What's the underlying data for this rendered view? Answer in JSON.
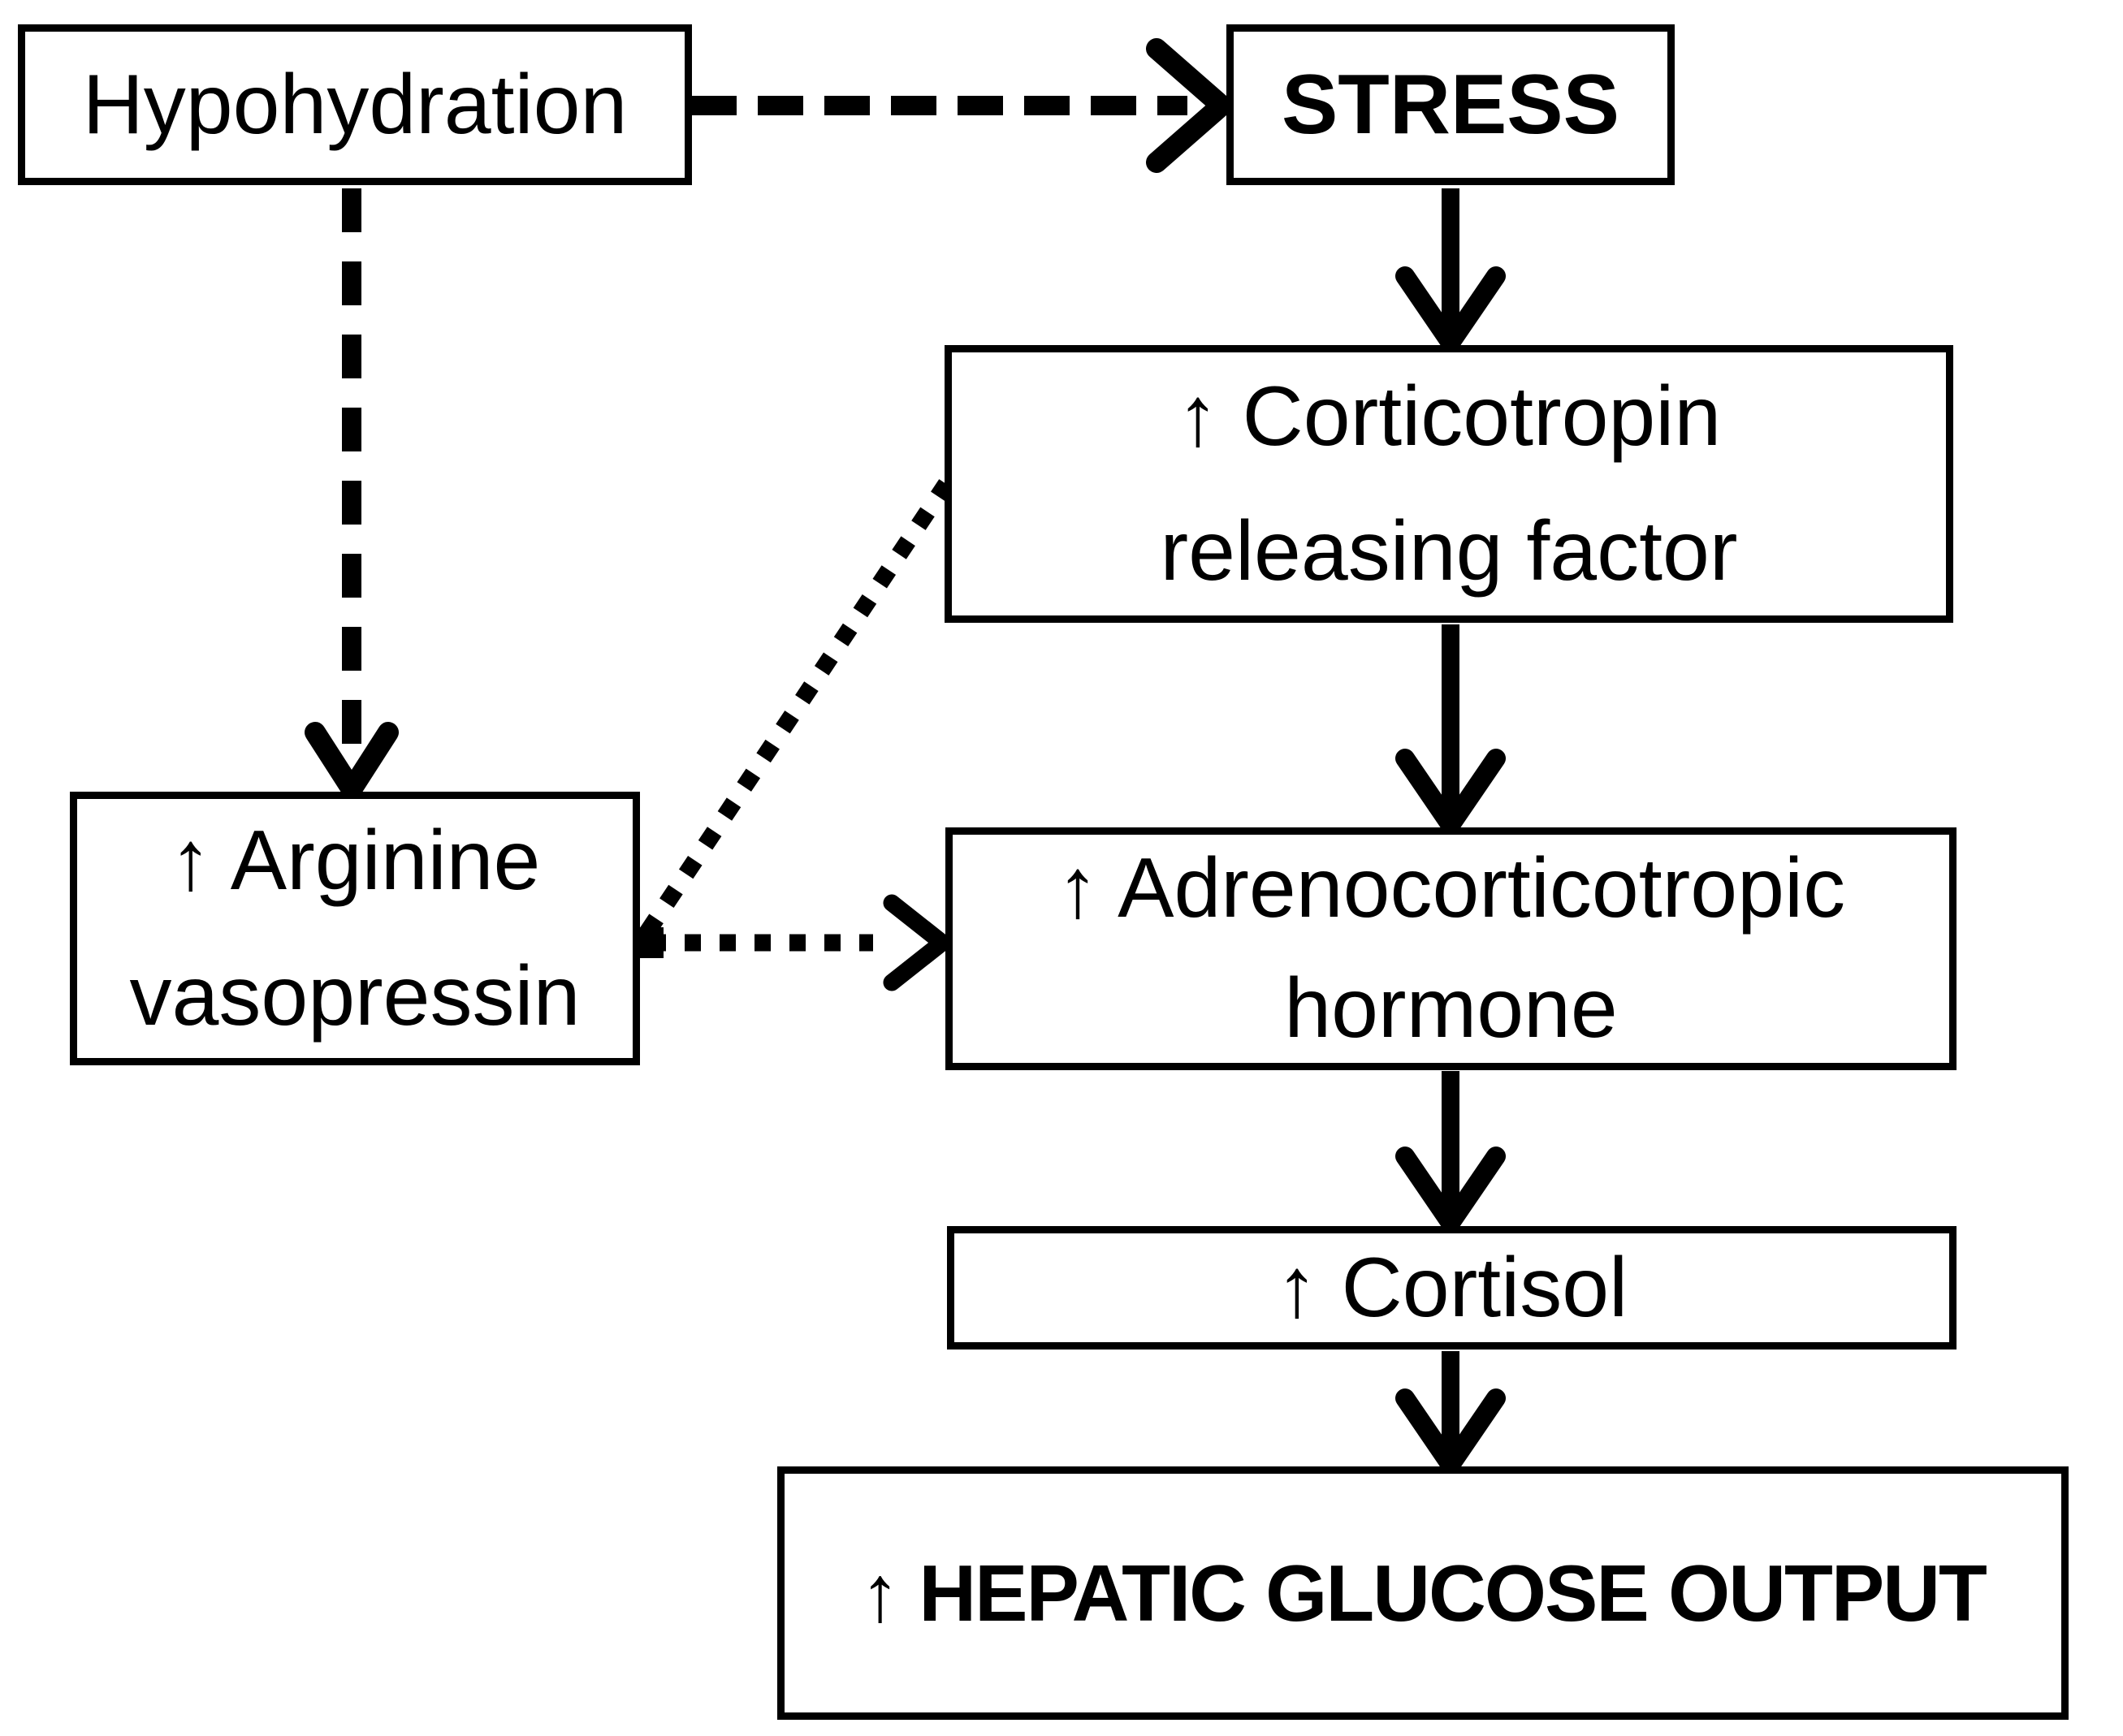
{
  "colors": {
    "background": "#ffffff",
    "line": "#000000",
    "box_fill": "#ffffff",
    "text": "#000000"
  },
  "nodes": {
    "hypohydration": {
      "label": "Hypohydration"
    },
    "stress": {
      "label": "STRESS"
    },
    "crf": {
      "line1": "↑ Corticotropin",
      "line2": "releasing factor"
    },
    "avp": {
      "line1": "↑ Arginine",
      "line2": "vasopressin"
    },
    "acth": {
      "line1": "↑ Adrenocorticotropic",
      "line2": "hormone"
    },
    "cortisol": {
      "label": "↑ Cortisol"
    },
    "hgo": {
      "label": "↑ HEPATIC GLUCOSE OUTPUT"
    }
  },
  "edges": [
    {
      "from": "hypohydration",
      "to": "stress",
      "style": "dashed",
      "arrowhead": true
    },
    {
      "from": "hypohydration",
      "to": "avp",
      "style": "dashed",
      "arrowhead": true
    },
    {
      "from": "stress",
      "to": "crf",
      "style": "solid",
      "arrowhead": true
    },
    {
      "from": "avp",
      "to": "crf",
      "style": "dotted",
      "arrowhead": false
    },
    {
      "from": "avp",
      "to": "acth",
      "style": "dotted",
      "arrowhead": true
    },
    {
      "from": "crf",
      "to": "acth",
      "style": "solid",
      "arrowhead": true
    },
    {
      "from": "acth",
      "to": "cortisol",
      "style": "solid",
      "arrowhead": true
    },
    {
      "from": "cortisol",
      "to": "hgo",
      "style": "solid",
      "arrowhead": true
    }
  ]
}
